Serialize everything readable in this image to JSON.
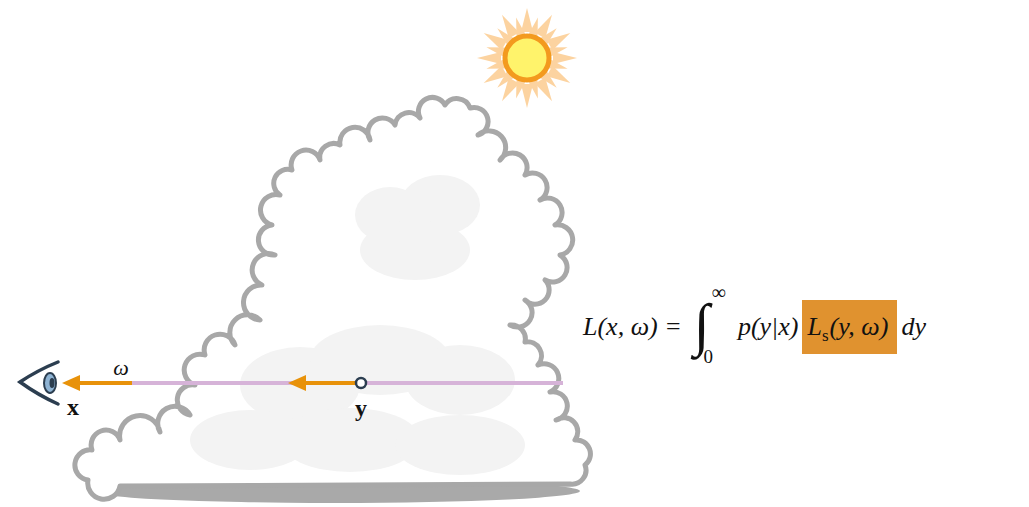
{
  "diagram": {
    "nodes": [
      {
        "text": [
          "L",
          "s",
          "(y, ω)"
        ]
      }
    ],
    "labels": [
      "ω",
      "x",
      "y",
      "L(x, ω) =",
      "∫",
      "∞",
      "0",
      "p(y|x)",
      "dy"
    ]
  }
}
